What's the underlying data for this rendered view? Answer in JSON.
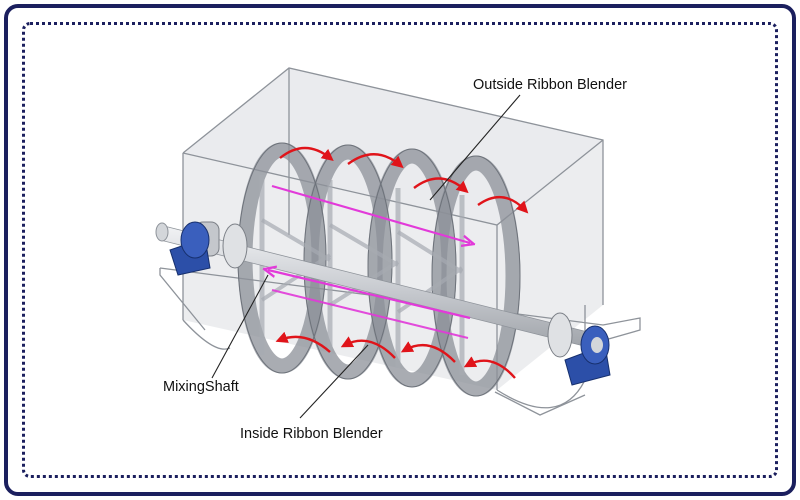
{
  "labels": {
    "outside_ribbon": "Outside Ribbon Blender",
    "mixing_shaft": "MixingShaft",
    "inside_ribbon": "Inside Ribbon Blender"
  },
  "colors": {
    "frame": "#1b1f5e",
    "flow_arrows": "#e0141a",
    "axial_flow": "#e23ad9",
    "bearing": "#2c4fa8",
    "trough": "#d9dbdf"
  }
}
